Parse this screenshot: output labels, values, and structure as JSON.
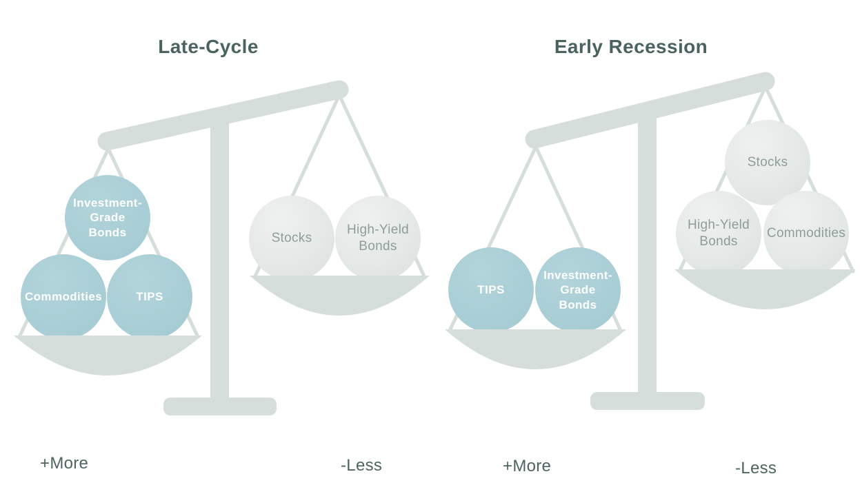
{
  "colors": {
    "structure_gray": "#d6dedc",
    "teal_bubble": "#a9ced5",
    "gray_bubble": "#e4e8e7",
    "title_text": "#4a635f",
    "gray_bubble_text": "#8d9e9a",
    "teal_bubble_text": "#ffffff",
    "endpoint_text": "#4d6561"
  },
  "scales": [
    {
      "title": "Late-Cycle",
      "more_label": "+More",
      "less_label": "-Less",
      "tilt": "more-side-down",
      "more_pan": {
        "emphasis": "teal",
        "bubbles": [
          {
            "label": "Investment-\nGrade\nBonds"
          },
          {
            "label": "Commodities"
          },
          {
            "label": "TIPS"
          }
        ]
      },
      "less_pan": {
        "emphasis": "gray",
        "bubbles": [
          {
            "label": "Stocks"
          },
          {
            "label": "High-Yield\nBonds"
          }
        ]
      }
    },
    {
      "title": "Early Recession",
      "more_label": "+More",
      "less_label": "-Less",
      "tilt": "more-side-down",
      "more_pan": {
        "emphasis": "teal",
        "bubbles": [
          {
            "label": "TIPS"
          },
          {
            "label": "Investment-\nGrade\nBonds"
          }
        ]
      },
      "less_pan": {
        "emphasis": "gray",
        "bubbles": [
          {
            "label": "Stocks"
          },
          {
            "label": "High-Yield\nBonds"
          },
          {
            "label": "Commodities"
          }
        ]
      }
    }
  ]
}
